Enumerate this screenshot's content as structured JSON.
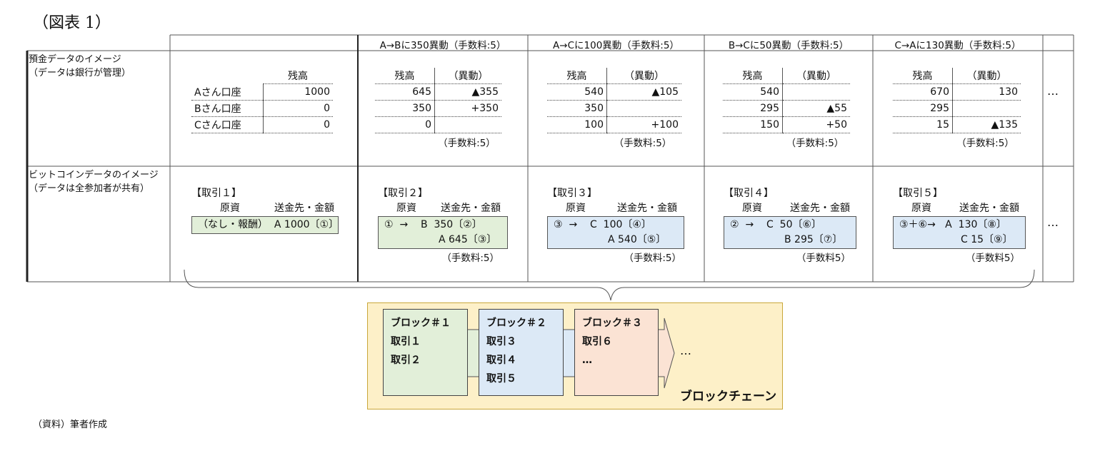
{
  "figure_title": "（図表 1）",
  "source_note": "（資料）筆者作成",
  "columns": [
    "A→Bに350異動（手数料:5）",
    "A→Cに100異動（手数料:5）",
    "B→Cに50異動（手数料:5）",
    "C→Aに130異動（手数料:5）"
  ],
  "row1": {
    "label_line1": "預金データのイメージ",
    "label_line2": "（データは銀行が管理）",
    "initial": {
      "header": "残高",
      "accounts": [
        {
          "name": "Aさん口座",
          "balance": "1000"
        },
        {
          "name": "Bさん口座",
          "balance": "0"
        },
        {
          "name": "Cさん口座",
          "balance": "0"
        }
      ]
    },
    "col_header_balance": "残高",
    "col_header_change": "（異動）",
    "steps": [
      {
        "rows": [
          [
            "645",
            "▲355"
          ],
          [
            "350",
            "+350"
          ],
          [
            "0",
            ""
          ]
        ],
        "fee": "（手数料:5）"
      },
      {
        "rows": [
          [
            "540",
            "▲105"
          ],
          [
            "350",
            ""
          ],
          [
            "100",
            "+100"
          ]
        ],
        "fee": "（手数料:5）"
      },
      {
        "rows": [
          [
            "540",
            ""
          ],
          [
            "295",
            "▲55"
          ],
          [
            "150",
            "+50"
          ]
        ],
        "fee": "（手数料:5）"
      },
      {
        "rows": [
          [
            "670",
            "130"
          ],
          [
            "295",
            ""
          ],
          [
            "15",
            "▲135"
          ]
        ],
        "fee": "（手数料:5）"
      }
    ],
    "ellipsis": "…"
  },
  "row2": {
    "label_line1": "ビットコインデータのイメージ",
    "label_line2": "（データは全参加者が共有）",
    "header_source": "原資",
    "header_dest": "送金先・金額",
    "transactions": [
      {
        "title": "【取引１】",
        "lines": [
          "（なし・報酬）  A 1000〔①〕"
        ],
        "fee": ""
      },
      {
        "title": "【取引２】",
        "lines": [
          "①  →    B  350〔②〕",
          "A  645〔③〕"
        ],
        "fee": "（手数料:5）"
      },
      {
        "title": "【取引３】",
        "lines": [
          "③  →    C  100〔④〕",
          "A  540〔⑤〕"
        ],
        "fee": "（手数料:5）"
      },
      {
        "title": "【取引４】",
        "lines": [
          "②  →    C  50〔⑥〕",
          "B  295〔⑦〕"
        ],
        "fee": "（手数料5）"
      },
      {
        "title": "【取引５】",
        "lines": [
          "③＋⑥→   A  130〔⑧〕",
          "C  15〔⑨〕"
        ],
        "fee": "（手数料5）"
      }
    ],
    "ellipsis": "…"
  },
  "chain": {
    "blocks": [
      {
        "title": "ブロック＃１",
        "items": [
          "取引１",
          "取引２"
        ]
      },
      {
        "title": "ブロック＃２",
        "items": [
          "取引３",
          "取引４",
          "取引５"
        ]
      },
      {
        "title": "ブロック＃３",
        "items": [
          "取引６",
          "…"
        ]
      }
    ],
    "ellipsis": "…",
    "label": "ブロックチェーン",
    "colors": {
      "block1": "#e2efd9",
      "block2": "#dce9f6",
      "block3": "#fbe3d4",
      "background": "#fdf0c8"
    }
  }
}
